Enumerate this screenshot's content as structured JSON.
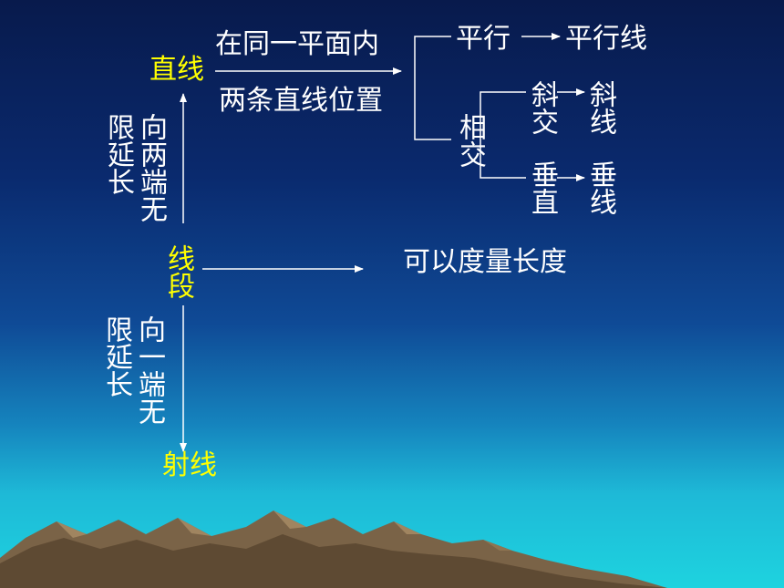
{
  "labels": {
    "straight_line": "直线",
    "segment": "线段",
    "ray": "射线",
    "same_plane": "在同一平面内",
    "two_lines_position": "两条直线位置",
    "parallel": "平行",
    "parallel_line": "平行线",
    "intersect": "相交",
    "oblique_intersect": "斜交",
    "oblique_line": "斜线",
    "perpendicular": "垂直",
    "perpendicular_line": "垂线",
    "measurable": "可以度量长度",
    "segment_to_line_col1": "向两端无",
    "segment_to_line_col2": "限延长",
    "segment_to_ray_col1": "向一端无",
    "segment_to_ray_col2": "限延长"
  },
  "colors": {
    "text": "#ffffff",
    "highlight": "#ffff00",
    "sky_top": "#081a4c",
    "sea": "#1ed3df",
    "mountain": "#8b7355"
  }
}
